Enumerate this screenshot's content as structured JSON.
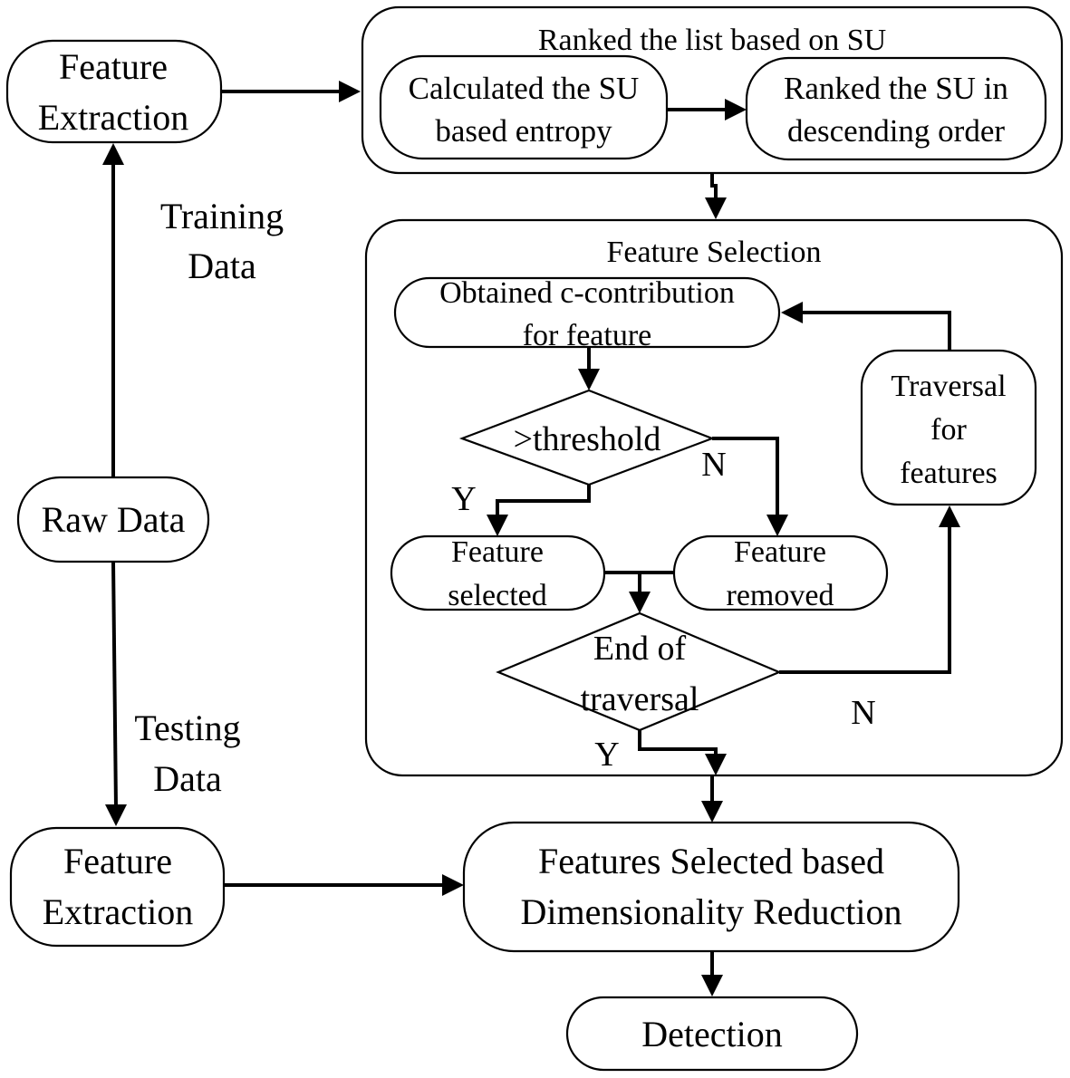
{
  "nodes": {
    "fe_top": [
      "Feature",
      "Extraction"
    ],
    "raw_data": "Raw Data",
    "fe_bottom": [
      "Feature",
      "Extraction"
    ],
    "rank_group_title": "Ranked the list based on SU",
    "calc_su": [
      "Calculated the SU",
      "based entropy"
    ],
    "rank_su": [
      "Ranked the SU in",
      "descending order"
    ],
    "fs_group_title": "Feature Selection",
    "obtained": [
      "Obtained c-contribution",
      "for feature"
    ],
    "threshold": ">threshold",
    "feature_selected": [
      "Feature",
      "selected"
    ],
    "feature_removed": [
      "Feature",
      "removed"
    ],
    "end_traversal": [
      "End of",
      "traversal"
    ],
    "traversal": [
      "Traversal",
      "for",
      "features"
    ],
    "dim_reduction": [
      "Features Selected based",
      "Dimensionality Reduction"
    ],
    "detection": "Detection"
  },
  "edge_labels": {
    "training_data": [
      "Training",
      "Data"
    ],
    "testing_data": [
      "Testing",
      "Data"
    ],
    "threshold_yes": "Y",
    "threshold_no": "N",
    "end_no": "N",
    "end_yes": "Y"
  }
}
